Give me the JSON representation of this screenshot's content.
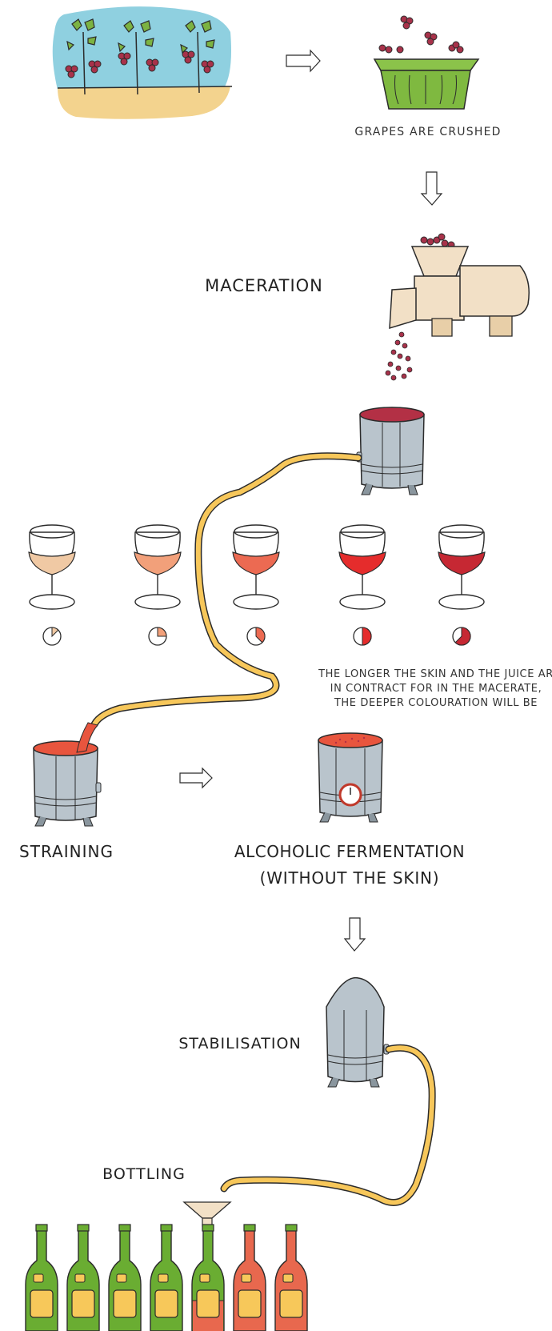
{
  "steps": {
    "crushed": "GRAPES ARE CRUSHED",
    "maceration": "MACERATION",
    "straining": "STRAINING",
    "fermentation_line1": "ALCOHOLIC FERMENTATION",
    "fermentation_line2": "(WITHOUT THE SKIN)",
    "stabilisation": "STABILISATION",
    "bottling": "BOTTLING"
  },
  "note": {
    "line1": "THE LONGER THE SKIN AND THE JUICE AR",
    "line2": "IN CONTRACT FOR IN THE MACERATE,",
    "line3": "THE DEEPER COLOURATION WILL BE"
  },
  "colors": {
    "outline": "#2b2b2b",
    "sky": "#8fd0e0",
    "sand": "#f3d38e",
    "leaf": "#7cb342",
    "grape": "#a8324a",
    "basket": "#8bc34a",
    "machine": "#f2e0c6",
    "tank": "#b9c4cc",
    "hose": "#f7c75a",
    "wine_shades": [
      "#f0c9a4",
      "#f2a07a",
      "#ec6a52",
      "#e52c2c",
      "#c62833"
    ],
    "bottle_green": "#6aad32",
    "bottle_rose": "#e8684e",
    "bottle_label": "#f7c85a"
  },
  "glasses": [
    {
      "name": "glass-1",
      "clock_fraction": 0.125
    },
    {
      "name": "glass-2",
      "clock_fraction": 0.25
    },
    {
      "name": "glass-3",
      "clock_fraction": 0.375
    },
    {
      "name": "glass-4",
      "clock_fraction": 0.5
    },
    {
      "name": "glass-5",
      "clock_fraction": 0.625
    }
  ]
}
